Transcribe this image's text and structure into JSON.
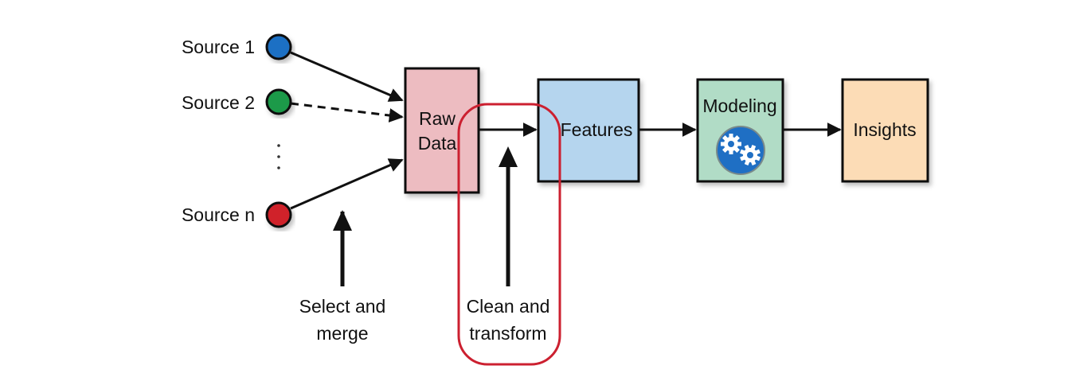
{
  "sources": [
    {
      "label": "Source 1",
      "color": "#1f6fc4"
    },
    {
      "label": "Source 2",
      "color": "#1e9a48"
    },
    {
      "label": "Source n",
      "color": "#d0202c"
    }
  ],
  "ellipsis": "⋮",
  "boxes": {
    "raw_data": {
      "line1": "Raw",
      "line2": "Data",
      "color": "#edbcc1"
    },
    "features": {
      "label": "Features",
      "color": "#b5d5ee"
    },
    "modeling": {
      "label": "Modeling",
      "color": "#b1dcc6",
      "icon": "gears-icon",
      "icon_color": "#1f6fc4"
    },
    "insights": {
      "label": "Insights",
      "color": "#fcdcb6"
    }
  },
  "annotations": {
    "select_merge": {
      "line1": "Select and",
      "line2": "merge"
    },
    "clean_transform": {
      "line1": "Clean and",
      "line2": "transform"
    }
  },
  "highlight_color": "#cc2030"
}
